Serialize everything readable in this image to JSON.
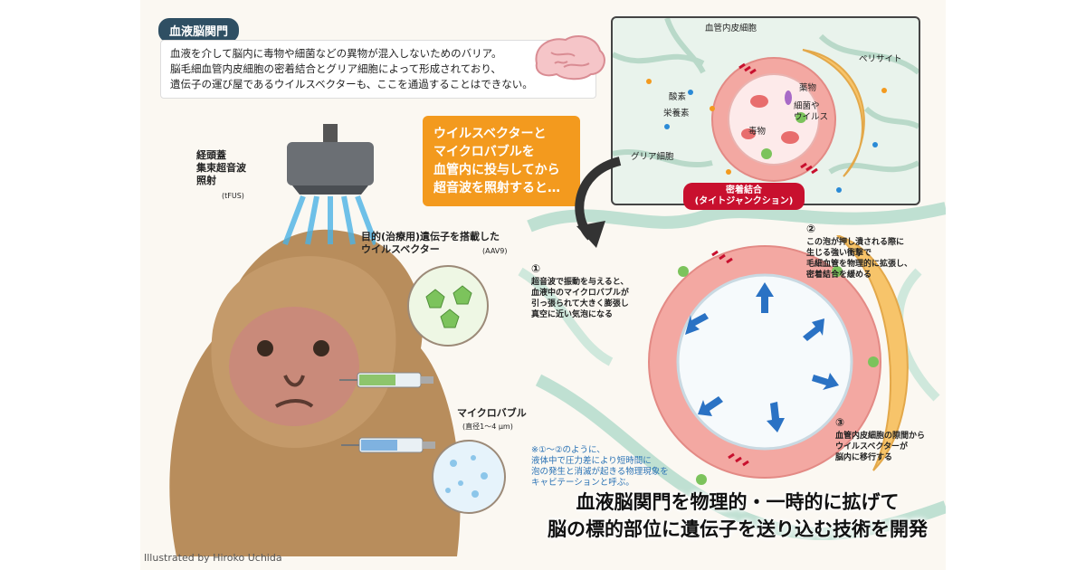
{
  "title_tag": "血液脳関門",
  "intro_lines": [
    "血液を介して脳内に毒物や細菌などの異物が混入しないためのバリア。",
    "脳毛細血管内皮細胞の密着結合とグリア細胞によって形成されており、",
    "遺伝子の運び屋であるウイルスベクターも、ここを通過することはできない。"
  ],
  "callout": "ウイルスベクターと\nマイクロバブルを\n血管内に投与してから\n超音波を照射すると…",
  "tfus_label": "経頭蓋\n集束超音波\n照射",
  "tfus_abbr": "(tFUS)",
  "vector_label": "目的(治療用)遺伝子を搭載した\nウイルスベクター",
  "vector_abbr": "(AAV9)",
  "bubble_label": "マイクロバブル",
  "bubble_size": "(直径1〜4 μm)",
  "inset": {
    "endothelial": "血管内皮細胞",
    "pericyte": "ペリサイト",
    "oxygen": "酸素",
    "nutrient": "栄養素",
    "drug": "薬物",
    "bacteria_virus": "細菌や\nウイルス",
    "toxin": "毒物",
    "glia": "グリア細胞",
    "tight_junction": "密着結合\n(タイトジャンクション)"
  },
  "steps": [
    {
      "num": "①",
      "text": "超音波で振動を与えると、\n血液中のマイクロバブルが\n引っ張られて大きく膨張し\n真空に近い気泡になる"
    },
    {
      "num": "②",
      "text": "この泡が押し潰される際に\n生じる強い衝撃で\n毛細血管を物理的に拡張し、\n密着結合を緩める"
    },
    {
      "num": "③",
      "text": "血管内皮細胞の隙間から\nウイルスベクターが\n脳内に移行する"
    }
  ],
  "note": "※①〜②のように、\n液体中で圧力差により短時間に\n泡の発生と消滅が起きる物理現象を\nキャビテーションと呼ぶ。",
  "headline_lines": [
    "血液脳関門を物理的・一時的に拡げて",
    "脳の標的部位に遺伝子を送り込む技術を開発"
  ],
  "credit": "Illustrated by Hiroko Uchida",
  "colors": {
    "accent_orange": "#f39a1e",
    "tag_navy": "#2f4f63",
    "badge_red": "#c8102e",
    "vessel_pink": "#f3a8a2",
    "pericyte_yellow": "#f7c46a",
    "glia_green": "#cfe6da"
  }
}
